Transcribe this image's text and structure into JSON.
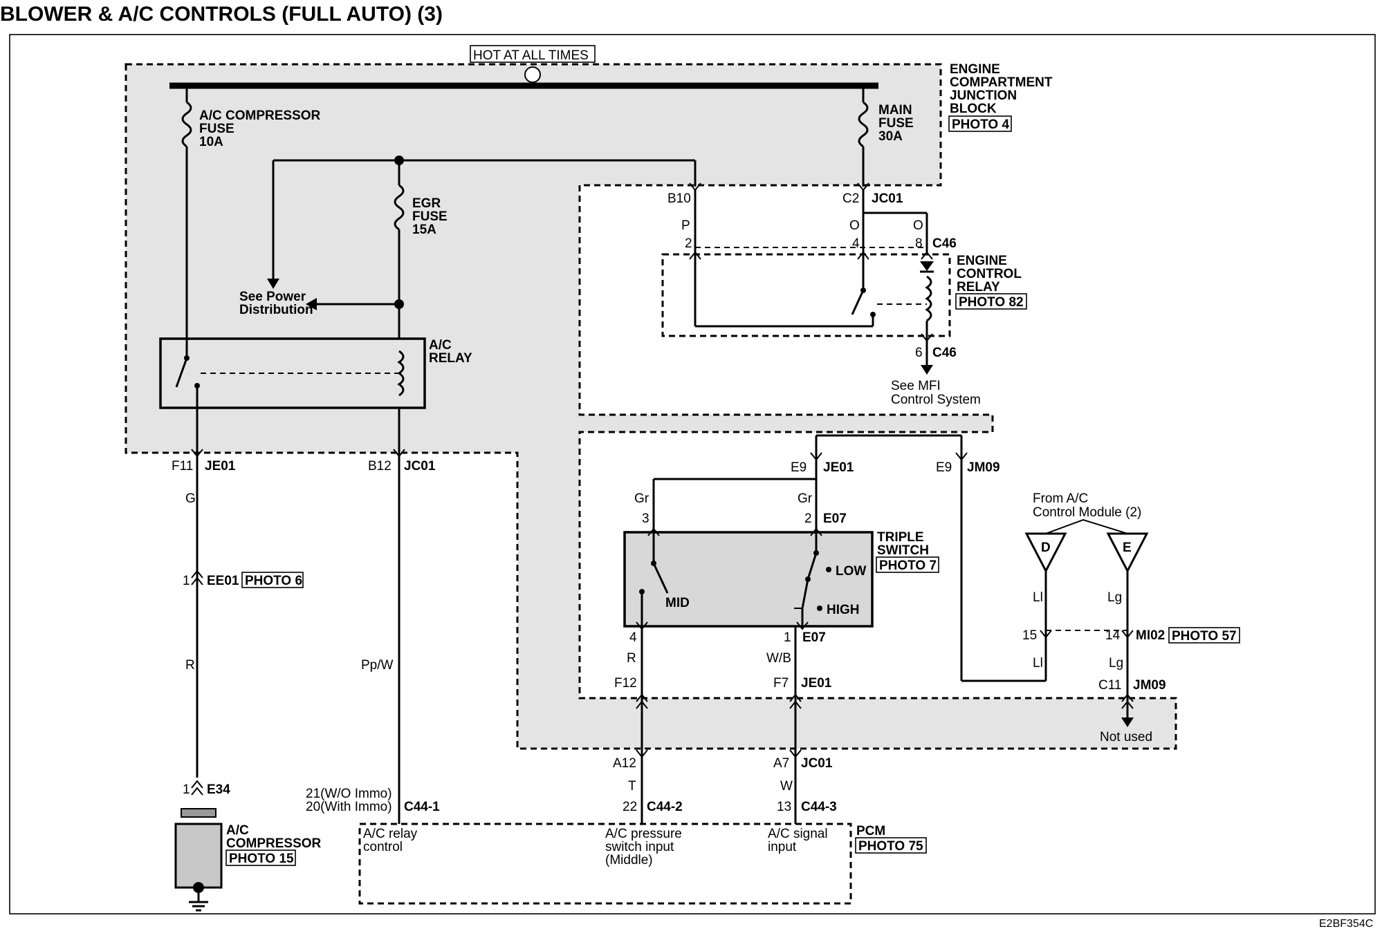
{
  "title": "BLOWER & A/C CONTROLS (FULL AUTO) (3)",
  "code": "E2BF354C",
  "hot_label": "HOT AT ALL TIMES",
  "junction_block": {
    "l1": "ENGINE",
    "l2": "COMPARTMENT",
    "l3": "JUNCTION",
    "l4": "BLOCK",
    "photo": "PHOTO 4"
  },
  "fuses": {
    "ac_comp": {
      "l1": "A/C COMPRESSOR",
      "l2": "FUSE",
      "l3": "10A"
    },
    "main": {
      "l1": "MAIN",
      "l2": "FUSE",
      "l3": "30A"
    },
    "egr": {
      "l1": "EGR",
      "l2": "FUSE",
      "l3": "15A"
    }
  },
  "power_dist": {
    "l1": "See Power",
    "l2": "Distribution"
  },
  "ac_relay": {
    "l1": "A/C",
    "l2": "RELAY"
  },
  "ecr": {
    "l1": "ENGINE",
    "l2": "CONTROL",
    "l3": "RELAY",
    "photo": "PHOTO 82"
  },
  "mfi": {
    "l1": "See MFI",
    "l2": "Control System"
  },
  "triple": {
    "l1": "TRIPLE",
    "l2": "SWITCH",
    "photo": "PHOTO 7",
    "low": "LOW",
    "mid": "MID",
    "high": "HIGH"
  },
  "from_module": {
    "l1": "From A/C",
    "l2": "Control Module (2)",
    "d": "D",
    "e": "E"
  },
  "not_used": "Not used",
  "compressor": {
    "l1": "A/C",
    "l2": "COMPRESSOR",
    "photo": "PHOTO 15"
  },
  "pcm": {
    "name": "PCM",
    "photo": "PHOTO 75",
    "relay": {
      "l1": "A/C relay",
      "l2": "control"
    },
    "pressure": {
      "l1": "A/C pressure",
      "l2": "switch input",
      "l3": "(Middle)"
    },
    "signal": {
      "l1": "A/C signal",
      "l2": "input"
    }
  },
  "immo": {
    "l1": "21(W/O Immo)",
    "l2": "20(With Immo)"
  },
  "connectors": {
    "b10": "B10",
    "c2": "C2",
    "jc01": "JC01",
    "c46": "C46",
    "f11": "F11",
    "je01": "JE01",
    "b12": "B12",
    "e9": "E9",
    "jm09": "JM09",
    "e07": "E07",
    "e01": "EE01",
    "photo6": "PHOTO 6",
    "e34": "E34",
    "f12": "F12",
    "f7": "F7",
    "mi02": "MI02",
    "photo57": "PHOTO 57",
    "c11": "C11",
    "a12": "A12",
    "a7": "A7",
    "c44_1": "C44-1",
    "c44_2": "C44-2",
    "c44_3": "C44-3"
  },
  "pins": {
    "p2": "2",
    "p4": "4",
    "p8": "8",
    "p6": "6",
    "p1": "1",
    "p3": "3",
    "p15": "15",
    "p14": "14",
    "p22": "22",
    "p13": "13"
  },
  "wires": {
    "P": "P",
    "O": "O",
    "G": "G",
    "R": "R",
    "PpW": "Pp/W",
    "Gr": "Gr",
    "WB": "W/B",
    "Ll": "Ll",
    "Lg": "Lg",
    "T": "T",
    "W": "W"
  }
}
